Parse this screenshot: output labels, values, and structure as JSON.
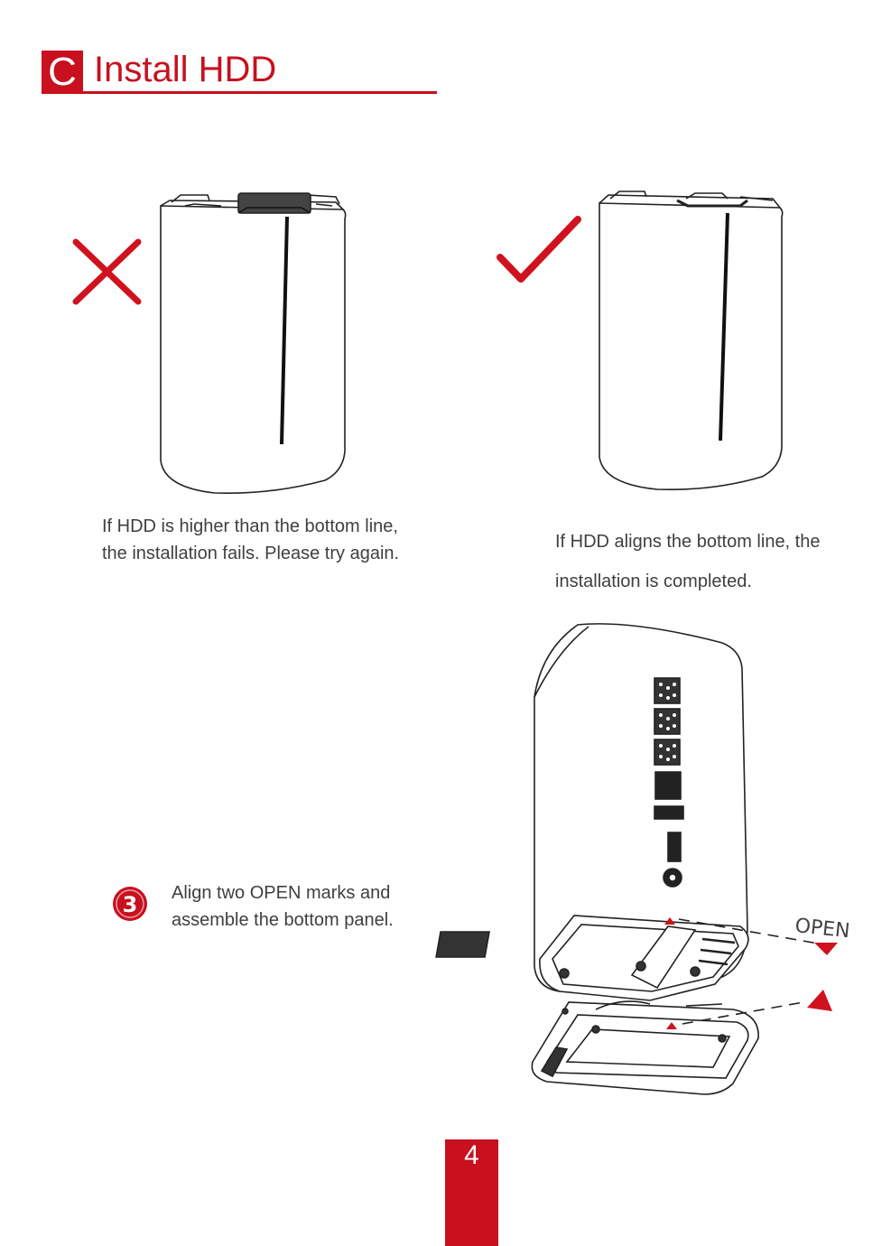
{
  "header": {
    "section_letter": "C",
    "title": "Install HDD"
  },
  "comparison": {
    "fail": {
      "icon": "cross-icon",
      "caption": "If HDD is higher than the bottom line, the installation fails. Please try again."
    },
    "success": {
      "icon": "check-icon",
      "caption": "If HDD aligns the bottom line, the installation is completed."
    }
  },
  "step": {
    "number": "3",
    "text": "Align two OPEN marks and assemble the bottom panel.",
    "diagram_label": "OPEN"
  },
  "page_number": "4",
  "colors": {
    "accent": "#c8101f",
    "text": "#3f3f3f"
  }
}
